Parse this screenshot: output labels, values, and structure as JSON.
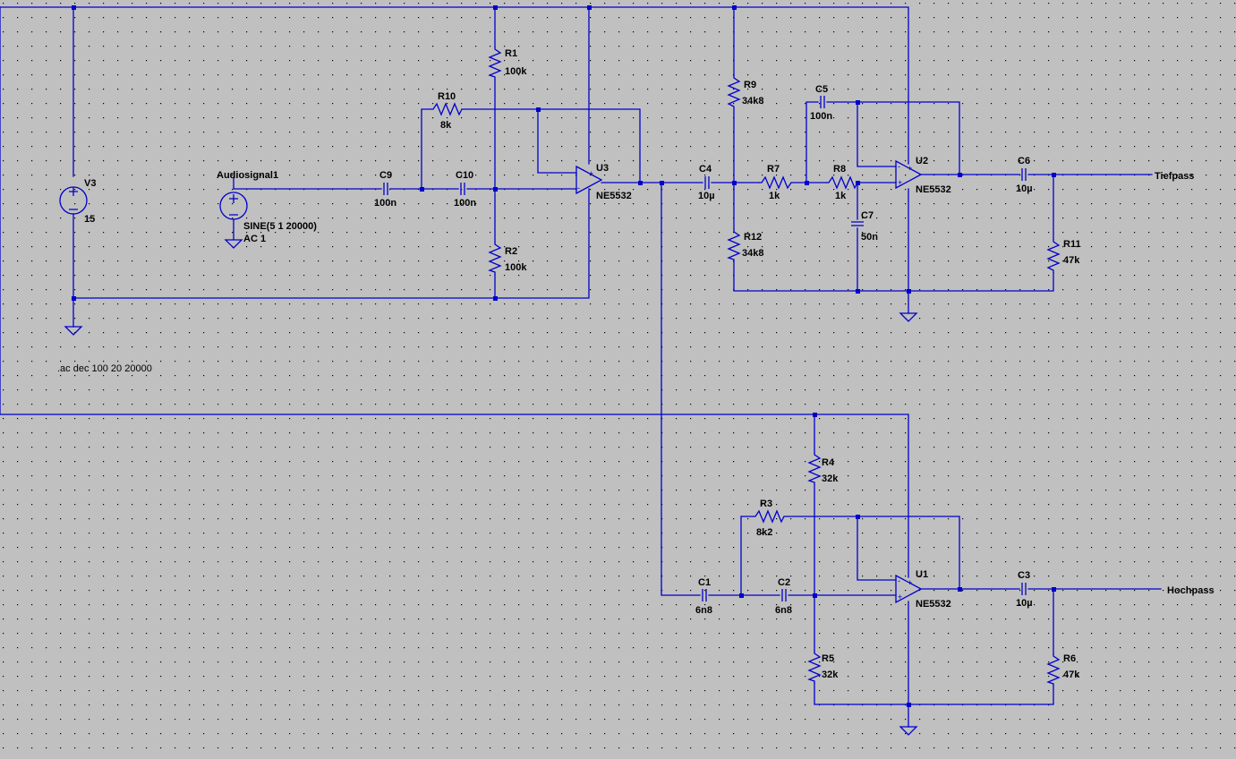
{
  "directive": ".ac dec 100 20 20000",
  "sources": {
    "v3": {
      "name": "V3",
      "value": "15"
    },
    "audio": {
      "name": "Audiosignal1",
      "value1": "SINE(5 1 20000)",
      "value2": "AC 1"
    }
  },
  "opamps": {
    "u3": {
      "name": "U3",
      "model": "NE5532"
    },
    "u2": {
      "name": "U2",
      "model": "NE5532"
    },
    "u1": {
      "name": "U1",
      "model": "NE5532"
    }
  },
  "resistors": {
    "r1": {
      "name": "R1",
      "value": "100k"
    },
    "r2": {
      "name": "R2",
      "value": "100k"
    },
    "r10": {
      "name": "R10",
      "value": "8k"
    },
    "r9": {
      "name": "R9",
      "value": "34k8"
    },
    "r12": {
      "name": "R12",
      "value": "34k8"
    },
    "r7": {
      "name": "R7",
      "value": "1k"
    },
    "r8": {
      "name": "R8",
      "value": "1k"
    },
    "r11": {
      "name": "R11",
      "value": "47k"
    },
    "r4": {
      "name": "R4",
      "value": "32k"
    },
    "r5": {
      "name": "R5",
      "value": "32k"
    },
    "r3": {
      "name": "R3",
      "value": "8k2"
    },
    "r6": {
      "name": "R6",
      "value": "47k"
    }
  },
  "capacitors": {
    "c9": {
      "name": "C9",
      "value": "100n"
    },
    "c10": {
      "name": "C10",
      "value": "100n"
    },
    "c4": {
      "name": "C4",
      "value": "10µ"
    },
    "c5": {
      "name": "C5",
      "value": "100n"
    },
    "c7": {
      "name": "C7",
      "value": "50n"
    },
    "c6": {
      "name": "C6",
      "value": "10µ"
    },
    "c1": {
      "name": "C1",
      "value": "6n8"
    },
    "c2": {
      "name": "C2",
      "value": "6n8"
    },
    "c3": {
      "name": "C3",
      "value": "10µ"
    }
  },
  "outputs": {
    "tiefpass": "Tiefpass",
    "hochpass": "Hochpass"
  },
  "colors": {
    "background": "#c0c0c0",
    "wire": "#0000cc",
    "text": "#000000"
  }
}
